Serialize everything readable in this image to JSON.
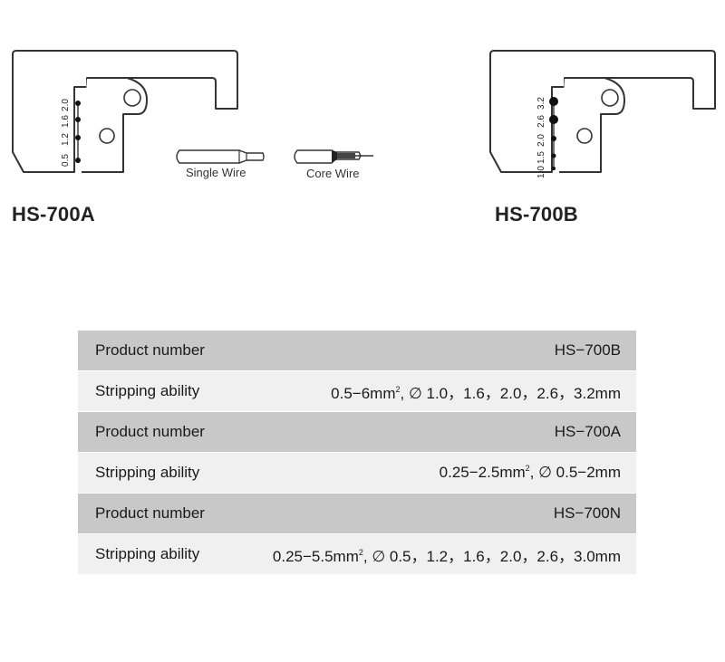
{
  "diagrams": {
    "a": {
      "model": "HS-700A",
      "sizes": [
        "2.0",
        "1.6",
        "1.2",
        "0.5"
      ]
    },
    "b": {
      "model": "HS-700B",
      "sizes": [
        "3.2",
        "2.6",
        "2.0",
        "1.5",
        "1.0"
      ]
    },
    "wires": {
      "single": "Single Wire",
      "core": "Core Wire"
    }
  },
  "table": {
    "rows": [
      {
        "label": "Product number",
        "value": "HS−700B"
      },
      {
        "label": "Stripping ability",
        "value_pre": "0.5−6mm",
        "value_sup": "2",
        "value_post": ", ∅ 1.0，1.6，2.0，2.6，3.2mm"
      },
      {
        "label": "Product number",
        "value": "HS−700A"
      },
      {
        "label": "Stripping ability",
        "value_pre": "0.25−2.5mm",
        "value_sup": "2",
        "value_post": ", ∅ 0.5−2mm"
      },
      {
        "label": "Product number",
        "value": "HS−700N"
      },
      {
        "label": "Stripping ability",
        "value_pre": "0.25−5.5mm",
        "value_sup": "2",
        "value_post": ", ∅ 0.5，1.2，1.6，2.0，2.6，3.0mm"
      }
    ]
  }
}
